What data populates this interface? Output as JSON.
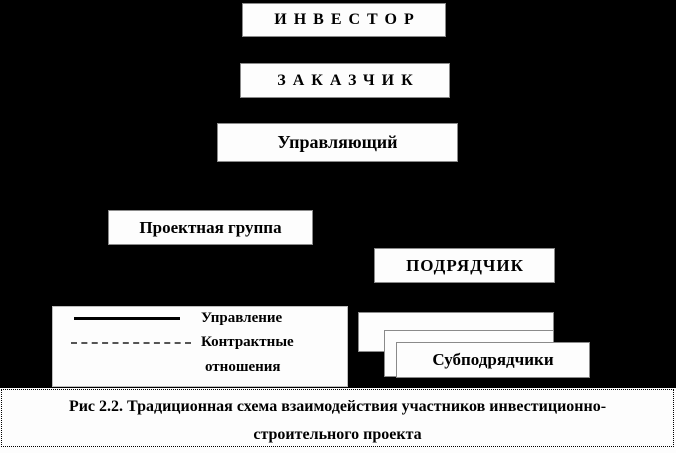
{
  "colors": {
    "background": "#000000",
    "box_fill": "#fdfdfd",
    "text": "#000000"
  },
  "boxes": {
    "investor": "ИНВЕСТОР",
    "customer": "ЗАКАЗЧИК",
    "manager": "Управляющий",
    "project_group": "Проектная группа",
    "contractor": "ПОДРЯДЧИК",
    "subcontractors": "Субподрядчики"
  },
  "legend": {
    "management_label": "Управление",
    "contract_label_line1": "Контрактные",
    "contract_label_line2": "отношения",
    "solid_line_meaning": "Управление",
    "dashed_line_meaning": "Контрактные отношения"
  },
  "caption": {
    "line1": "Рис 2.2. Традиционная схема взаимодействия участников инвестиционно-",
    "line2": "строительного проекта"
  }
}
